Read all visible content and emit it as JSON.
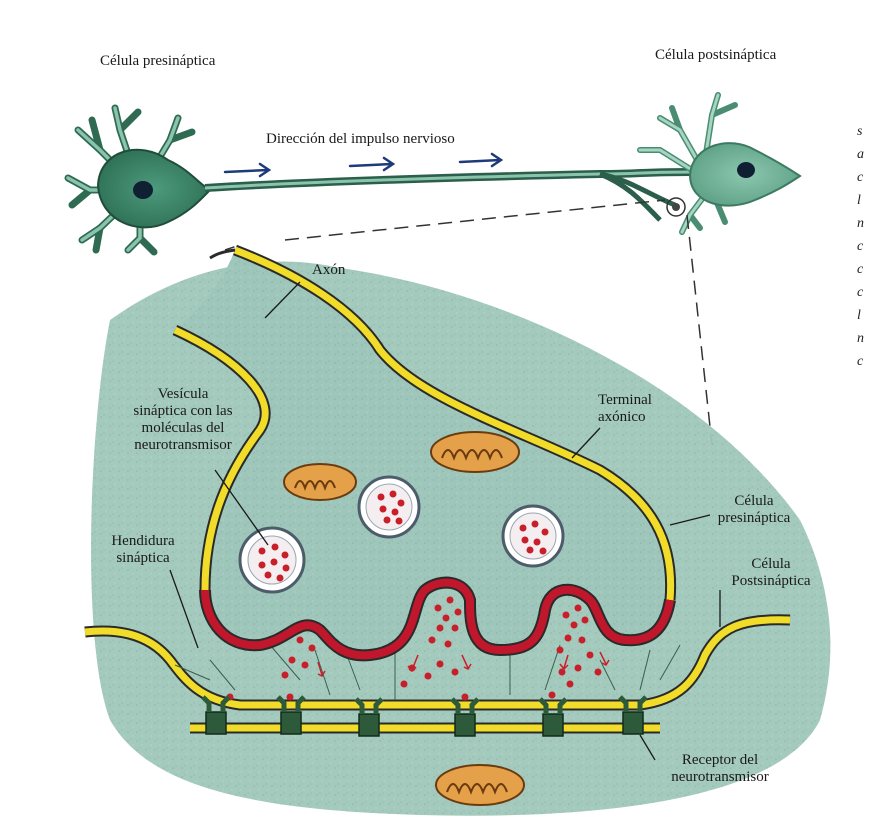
{
  "labels": {
    "presynaptic_cell_top": "Célula presináptica",
    "postsynaptic_cell_top": "Célula postsináptica",
    "impulse_direction": "Dirección del impulso nervioso",
    "axon": "Axón",
    "terminal_line1": "Terminal",
    "terminal_line2": "axónico",
    "vesicle_line1": "Vesícula",
    "vesicle_line2": "sináptica con las",
    "vesicle_line3": "moléculas del",
    "vesicle_line4": "neurotransmisor",
    "cleft_line1": "Hendidura",
    "cleft_line2": "sináptica",
    "presyn_line1": "Célula",
    "presyn_line2": "presináptica",
    "postsyn_line1": "Célula",
    "postsyn_line2": "Postsináptica",
    "receptor_line1": "Receptor del",
    "receptor_line2": "neurotransmisor"
  },
  "margin_glyphs": [
    "s",
    "a",
    "c",
    "l",
    "n",
    "c",
    "c",
    "c",
    "l",
    "n",
    "c"
  ],
  "colors": {
    "neuron_fill": "#3f8a6e",
    "neuron_edge": "#1f4d3c",
    "cytoplasm": "#9ec4b8",
    "membrane": "#f2dc2a",
    "membrane_active": "#c0172c",
    "vesicle_dot": "#c8202b",
    "receptor": "#2d5a3a",
    "mitochondria": "#e4a14a",
    "arrow": "#1e3a7a"
  },
  "icons": {
    "impulse_arrow": "arrow-right-icon"
  }
}
